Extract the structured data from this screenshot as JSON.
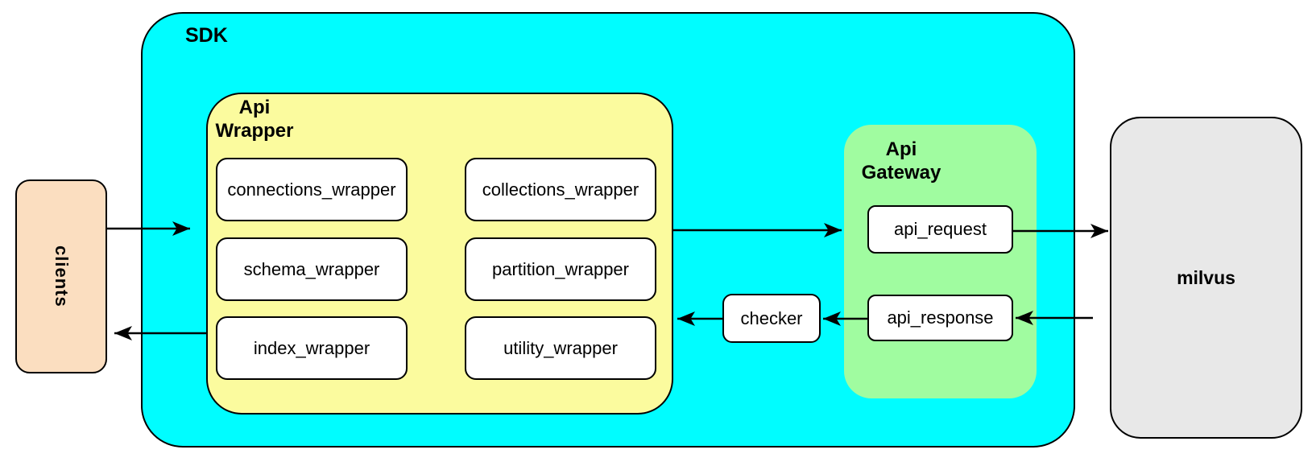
{
  "colors": {
    "sdk_fill": "#00FDFF",
    "wrapper_fill": "#FBFB9E",
    "gateway_fill": "#A0FCA0",
    "clients_fill": "#FBDEC0",
    "milvus_fill": "#E8E8E8",
    "line_color": "#000000"
  },
  "diagram": {
    "clients": {
      "label": "clients"
    },
    "sdk": {
      "label": "SDK"
    },
    "api_wrapper": {
      "label": "Api\nWrapper",
      "items": [
        {
          "label": "connections_wrapper"
        },
        {
          "label": "collections_wrapper"
        },
        {
          "label": "schema_wrapper"
        },
        {
          "label": "partition_wrapper"
        },
        {
          "label": "index_wrapper"
        },
        {
          "label": "utility_wrapper"
        }
      ]
    },
    "checker": {
      "label": "checker"
    },
    "api_gateway": {
      "label": "Api\nGateway",
      "items": [
        {
          "label": "api_request"
        },
        {
          "label": "api_response"
        }
      ]
    },
    "milvus": {
      "label": "milvus"
    }
  },
  "connections": [
    {
      "from": "clients",
      "to": "api_wrapper"
    },
    {
      "from": "api_wrapper",
      "to": "clients"
    },
    {
      "from": "api_wrapper",
      "to": "api_request"
    },
    {
      "from": "api_request",
      "to": "milvus"
    },
    {
      "from": "milvus",
      "to": "api_response"
    },
    {
      "from": "api_response",
      "to": "checker"
    },
    {
      "from": "checker",
      "to": "api_wrapper"
    }
  ]
}
